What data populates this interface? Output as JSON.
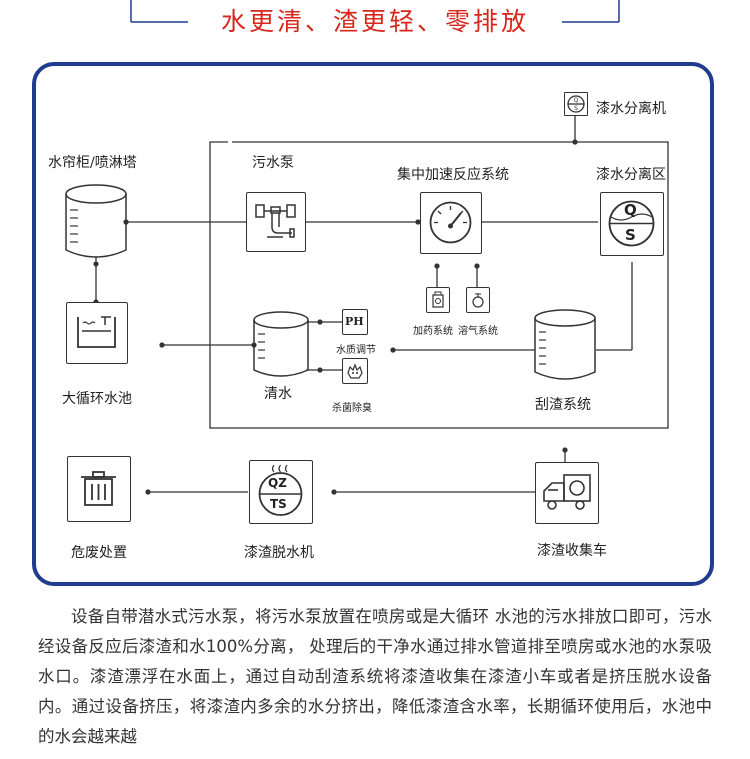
{
  "header": {
    "title": "水更清、渣更轻、零排放"
  },
  "diagram": {
    "labels": {
      "water_curtain": "水帘柜/喷淋塔",
      "sewage_pump": "污水泵",
      "reaction_system": "集中加速反应系统",
      "separation_zone": "漆水分离区",
      "separator_machine": "漆水分离机",
      "circulation_pool": "大循环水池",
      "clear_water": "清水",
      "dosing_system": "加药系统",
      "aeration_system": "溶气系统",
      "ph_adjust": "水质调节",
      "disinfection": "杀菌除臭",
      "scraper_system": "刮渣系统",
      "hazardous_waste": "危废处置",
      "dewatering_machine": "漆渣脱水机",
      "collection_cart": "漆渣收集车",
      "ph_text": "PH",
      "q_text": "Q",
      "s_text": "S",
      "qz_text": "QZ",
      "ts_text": "TS"
    }
  },
  "description": {
    "paragraph": "设备自带潜水式污水泵，将污水泵放置在喷房或是大循环 水池的污水排放口即可，污水经设备反应后漆渣和水100%分离， 处理后的干净水通过排水管道排至喷房或水池的水泵吸水口。漆渣漂浮在水面上，通过自动刮渣系统将漆渣收集在漆渣小车或者是挤压脱水设备内。通过设备挤压，将漆渣内多余的水分挤出，降低漆渣含水率，长期循环使用后，水池中的水会越来越"
  },
  "colors": {
    "title_red": "#d7261b",
    "frame_blue": "#1f3c8f",
    "line_dark": "#333333"
  }
}
